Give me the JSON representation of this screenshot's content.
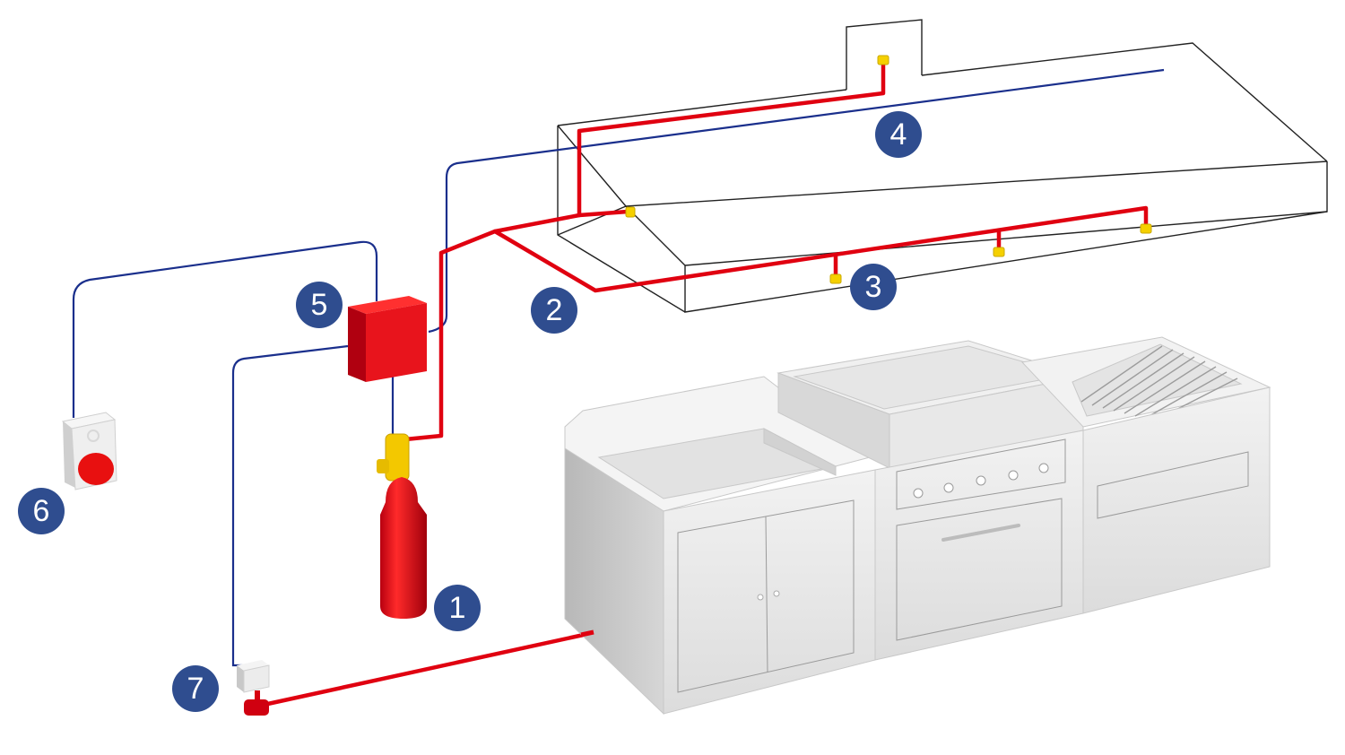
{
  "colors": {
    "pipe": "#e00010",
    "wire": "#1a2f8c",
    "badge": "#2f4d8f",
    "nozzle": "#f5d000",
    "outline": "#222222",
    "appliance": "#e6e6e6"
  },
  "callouts": [
    {
      "id": "1",
      "label": "1"
    },
    {
      "id": "2",
      "label": "2"
    },
    {
      "id": "3",
      "label": "3"
    },
    {
      "id": "4",
      "label": "4"
    },
    {
      "id": "5",
      "label": "5"
    },
    {
      "id": "6",
      "label": "6"
    },
    {
      "id": "7",
      "label": "7"
    }
  ]
}
